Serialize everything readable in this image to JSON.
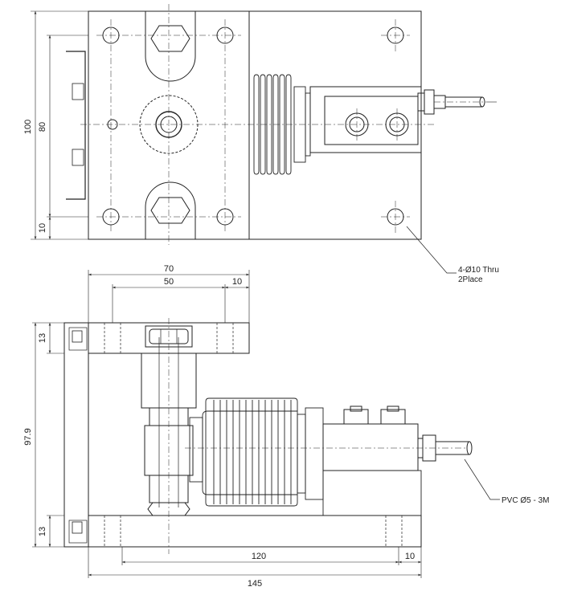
{
  "drawing": {
    "dims": {
      "top_height_100": "100",
      "top_height_80": "80",
      "top_offset_10": "10",
      "front_width_70": "70",
      "front_width_50": "50",
      "front_offset_10_top": "10",
      "front_height_13_top": "13",
      "front_height_97_9": "97.9",
      "front_height_13_bottom": "13",
      "base_length_120": "120",
      "base_offset_10": "10",
      "base_length_145": "145"
    },
    "notes": {
      "holes_line1": "4-Ø10 Thru",
      "holes_line2": "2Place",
      "cable": "PVC Ø5 - 3M"
    }
  }
}
